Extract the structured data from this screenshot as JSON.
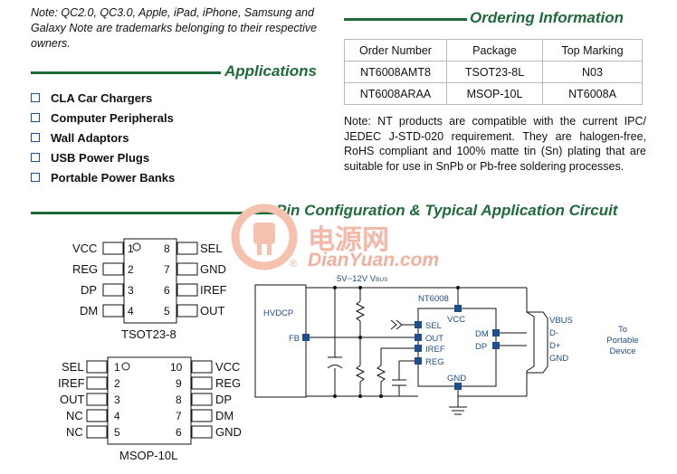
{
  "note_top": "Note: QC2.0, QC3.0, Apple, iPad, iPhone, Samsung and Galaxy Note are trademarks belonging to their respective owners.",
  "ordering": {
    "title": "Ordering Information",
    "headers": [
      "Order Number",
      "Package",
      "Top Marking"
    ],
    "rows": [
      [
        "NT6008AMT8",
        "TSOT23-8L",
        "N03"
      ],
      [
        "NT6008ARAA",
        "MSOP-10L",
        "NT6008A"
      ]
    ],
    "note": "Note: NT products are compatible with the current IPC/ JEDEC J-STD-020 requirement. They are halogen-free, RoHS compliant and 100% matte tin (Sn) plating that are suitable for use in SnPb or Pb-free soldering processes."
  },
  "applications": {
    "title": "Applications",
    "items": [
      "CLA Car Chargers",
      "Computer Peripherals",
      "Wall Adaptors",
      "USB Power Plugs",
      "Portable Power Banks"
    ]
  },
  "pin_section": {
    "title": "Pin Configuration & Typical Application Circuit"
  },
  "watermark": {
    "cn": "电源网",
    "en": "DianYuan.com",
    "reg": "®"
  },
  "tsot": {
    "pins_left": [
      {
        "n": "1",
        "name": "VCC"
      },
      {
        "n": "2",
        "name": "REG"
      },
      {
        "n": "3",
        "name": "DP"
      },
      {
        "n": "4",
        "name": "DM"
      }
    ],
    "pins_right": [
      {
        "n": "8",
        "name": "SEL"
      },
      {
        "n": "7",
        "name": "GND"
      },
      {
        "n": "6",
        "name": "IREF"
      },
      {
        "n": "5",
        "name": "OUT"
      }
    ],
    "label": "TSOT23-8"
  },
  "msop": {
    "pins_left": [
      {
        "n": "1",
        "name": "SEL"
      },
      {
        "n": "2",
        "name": "IREF"
      },
      {
        "n": "3",
        "name": "OUT"
      },
      {
        "n": "4",
        "name": "NC"
      },
      {
        "n": "5",
        "name": "NC"
      }
    ],
    "pins_right": [
      {
        "n": "10",
        "name": "VCC"
      },
      {
        "n": "9",
        "name": "REG"
      },
      {
        "n": "8",
        "name": "DP"
      },
      {
        "n": "7",
        "name": "DM"
      },
      {
        "n": "6",
        "name": "GND"
      }
    ],
    "label": "MSOP-10L"
  },
  "circuit": {
    "supply": "5V~12V V",
    "supply_sub": "BUS",
    "hvdcp": "HVDCP",
    "fb": "FB",
    "chip": "NT6008",
    "vcc": "VCC",
    "sel": "SEL",
    "out": "OUT",
    "iref": "IREF",
    "reg": "REG",
    "dm": "DM",
    "dp": "DP",
    "gnd": "GND",
    "usb_pins": [
      "VBUS",
      "D-",
      "D+",
      "GND"
    ],
    "to_text": [
      "To",
      "Portable",
      "Device"
    ]
  },
  "colors": {
    "accent": "#1f6a3a",
    "pin_blue": "#1f4f8a",
    "watermark": "#f4b8a8"
  }
}
